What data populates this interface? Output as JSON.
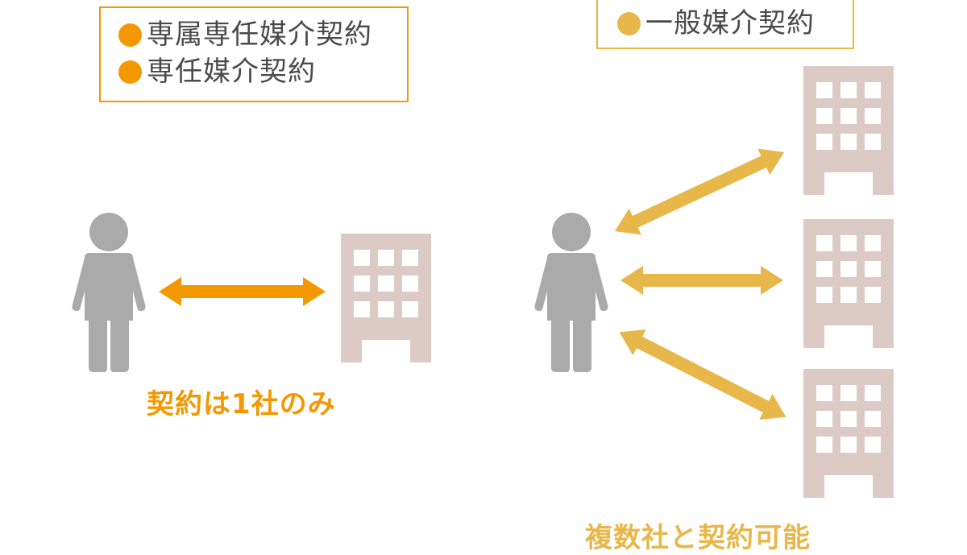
{
  "legend_left": {
    "items": [
      {
        "icon": "orange-dot-icon",
        "label": "専属専任媒介契約"
      },
      {
        "icon": "orange-dot-icon",
        "label": "専任媒介契約"
      }
    ]
  },
  "legend_right": {
    "items": [
      {
        "icon": "yellow-dot-icon",
        "label": "一般媒介契約"
      }
    ]
  },
  "captions": {
    "left": "契約は1社のみ",
    "right": "複数社と契約可能"
  },
  "colors": {
    "exclusive_orange": "#f39800",
    "general_yellow": "#e8b74a",
    "person_gray": "#aaaaaa",
    "building_beige": "#dccbc5",
    "text_gray": "#4a4a4a"
  },
  "icons": {
    "person": "person-icon",
    "building": "building-icon",
    "arrow": "double-arrow-icon"
  }
}
